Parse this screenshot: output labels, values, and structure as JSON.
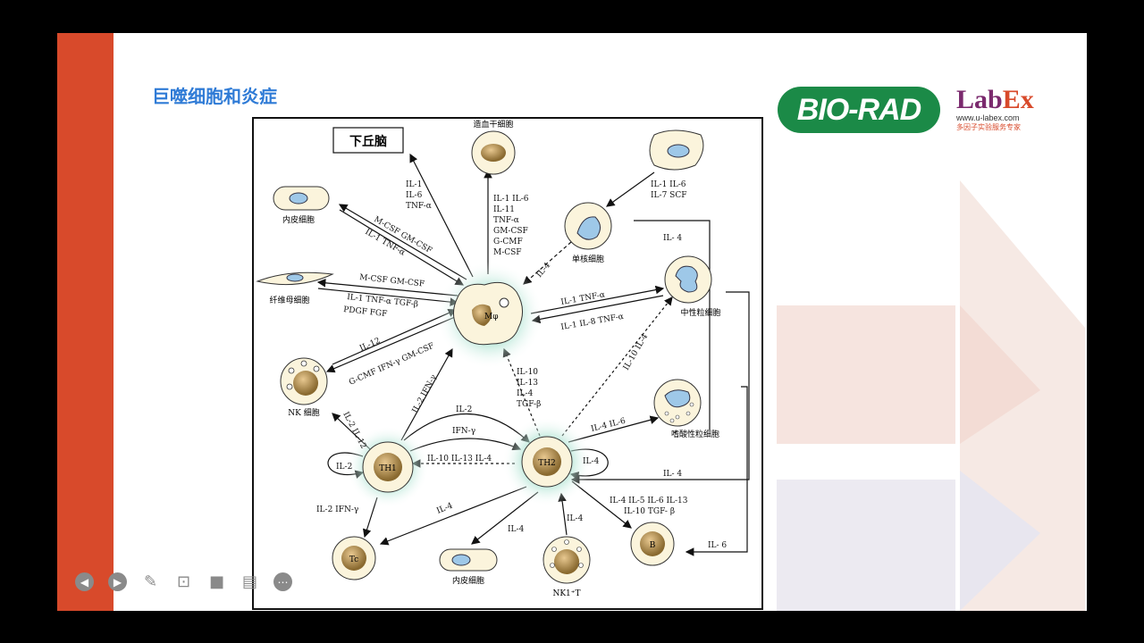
{
  "slide": {
    "title": "巨噬细胞和炎症",
    "logos": {
      "biorad": "BIO-RAD",
      "labex_a": "Lab",
      "labex_b": "Ex",
      "labex_url": "www.u-labex.com",
      "labex_tagline": "多因子实验服务专家"
    }
  },
  "diagram": {
    "cells": {
      "hypothalamus": "下丘脑",
      "stem": "造血干细胞",
      "endothelial_top": "内皮细胞",
      "fibroblast": "纤维母细胞",
      "nk": "NK 细胞",
      "monocyte": "单核细胞",
      "neutrophil": "中性粒细胞",
      "eosinophil": "嗜酸性粒细胞",
      "macrophage": "Mφ",
      "th1": "TH1",
      "th2": "TH2",
      "tc": "Tc",
      "endothelial_bottom": "内皮细胞",
      "nkt": "NK1⁺T",
      "b": "B"
    },
    "labels": {
      "hypo1": "IL-1",
      "hypo2": "IL-6",
      "hypo3": "TNF-α",
      "stem1": "IL-1 IL-6",
      "stem2": "IL-11",
      "stem3": "TNF-α",
      "stem4": "GM-CSF",
      "stem5": "G-CMF",
      "stem6": "M-CSF",
      "endo1": "M-CSF  GM-CSF",
      "endo2": "IL-1 TNF-α",
      "fib1": "M-CSF  GM-CSF",
      "fib2": "IL-1 TNF-α TGF-β",
      "fib3": "PDGF  FGF",
      "nk1": "IL-12",
      "nk2": "G-CMF  IFN-γ  GM-CSF",
      "top_right1": "IL-1 IL-6",
      "top_right2": "IL-7 SCF",
      "mono_il4": "IL-4",
      "il4_top": "IL- 4",
      "neu1": "IL-1 TNF-α",
      "neu2": "IL-1  IL-8  TNF-α",
      "il10_il4": "IL-10  IL-4",
      "th1_mac": "IL-2  IFN-γ",
      "th2_mac1": "IL-10",
      "th2_mac2": "IL-13",
      "th2_mac3": "IL-4",
      "th2_mac4": "TGF-β",
      "th1_nk": "IL-2 IL-12",
      "il2_arc": "IL-2",
      "ifn_arc": "IFN-γ",
      "th2_th1": "IL-10  IL-13   IL-4",
      "th1_self": "IL-2",
      "th2_self": "IL-4",
      "eos": "IL-4   IL-6",
      "il4_right": "IL- 4",
      "th1_tc": "IL-2  IFN-γ",
      "th2_tc": "IL-4",
      "th2_endo": "IL-4",
      "nkt_il4": "IL-4",
      "b1": "IL-4  IL-5  IL-6  IL-13",
      "b2": "IL-10  TGF- β",
      "il6": "IL- 6"
    }
  },
  "toolbar": {
    "items": [
      "prev-icon",
      "next-icon",
      "pen-icon",
      "zoom-icon",
      "camera-icon",
      "subtitle-icon",
      "more-icon"
    ]
  }
}
